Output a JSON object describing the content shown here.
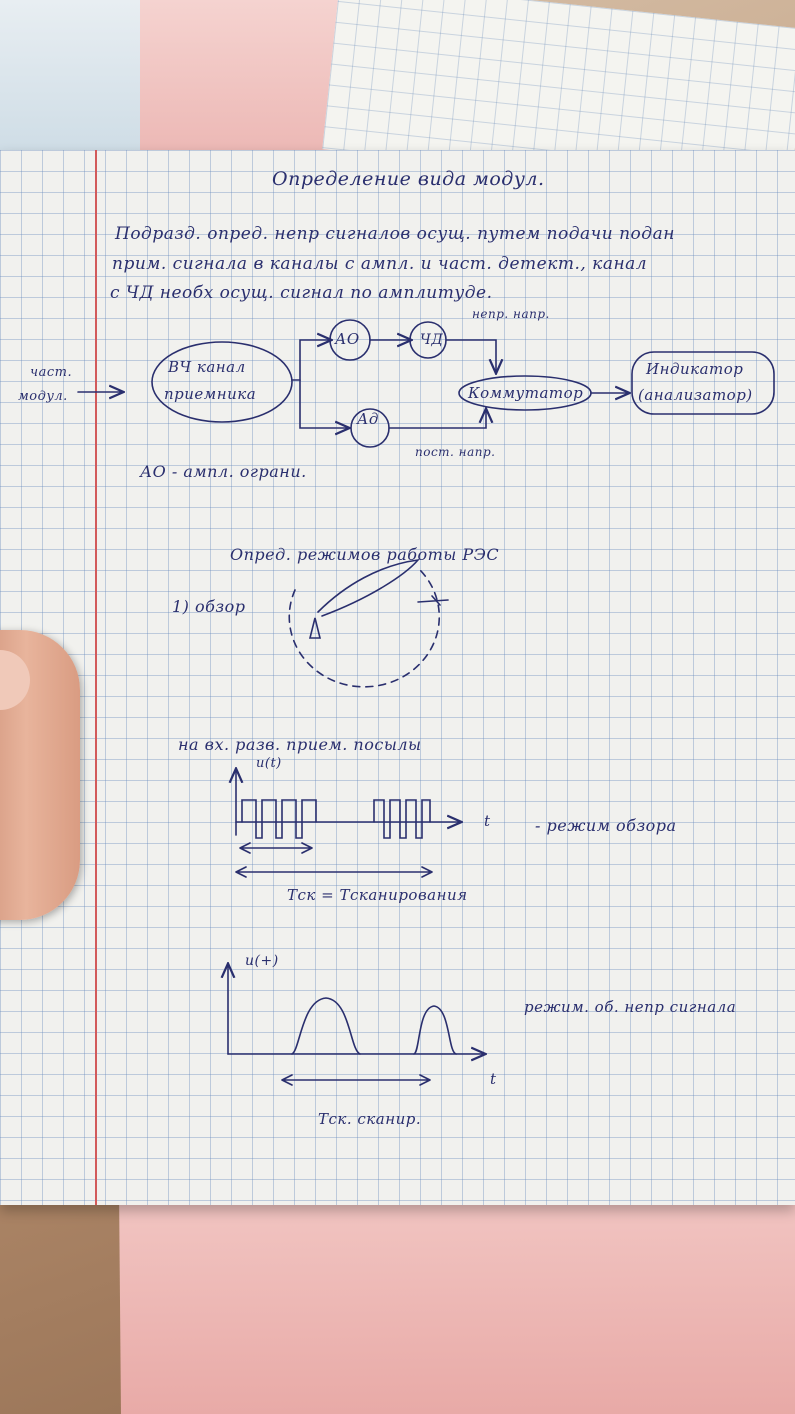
{
  "title": "Определение вида модул.",
  "paragraph_lines": [
    "Подразд. опред. непр сигналов осущ. путем подачи подан",
    "прим. сигнала в каналы с ампл. и част. детект., канал",
    "с ЧД необх осущ. сигнал по амплитуде."
  ],
  "block_diagram": {
    "input_label_1": "част.",
    "input_label_2": "модул.",
    "rf_block_line_1": "ВЧ канал",
    "rf_block_line_2": "приемника",
    "ao_label": "АО",
    "ad_label": "Ад",
    "fd_label": "ЧД",
    "switch_label": "Коммутатор",
    "indicator_line_1": "Индикатор",
    "indicator_line_2": "(анализатор)",
    "note_top": "непр. напр.",
    "note_bottom": "пост. напр."
  },
  "ao_definition": "АО - ампл. ограни.",
  "modes_heading": "Опред. режимов работы РЭС",
  "mode_1": "1) обзор",
  "input_note": "на вх. разв. прием. посылы",
  "graph_1": {
    "y_label": "u(t)",
    "x_label": "t",
    "mode_text": "- режим обзора",
    "period_text": "Тск = Тсканирования"
  },
  "graph_2": {
    "y_label": "u(+)",
    "x_label": "t",
    "mode_text": "режим. об. непр сигнала",
    "period_text": "Тск. сканир."
  },
  "colors": {
    "ink": "#2a2f6e",
    "margin_red": "#d25a5a",
    "grid_blue": "#698cbe",
    "paper": "#f1f1ee"
  }
}
